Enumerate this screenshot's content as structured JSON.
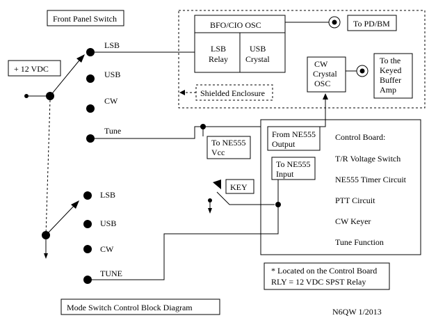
{
  "labels": {
    "front_panel_switch": "Front Panel Switch",
    "plus_12vdc": "+ 12 VDC",
    "bfo_cio_osc": "BFO/CIO OSC",
    "lsb_relay_1": "LSB",
    "lsb_relay_2": "Relay",
    "usb_crystal_1": "USB",
    "usb_crystal_2": "Crystal",
    "to_pd_bm": "To PD/BM",
    "cw_osc_1": "CW",
    "cw_osc_2": "Crystal",
    "cw_osc_3": "OSC",
    "keyed_amp_1": "To the",
    "keyed_amp_2": "Keyed",
    "keyed_amp_3": "Buffer",
    "keyed_amp_4": "Amp",
    "shielded_enclosure": "Shielded Enclosure",
    "to_ne555_vcc_1": "To NE555",
    "to_ne555_vcc_2": "Vcc",
    "from_ne555_1": "From NE555",
    "from_ne555_2": "Output",
    "to_ne555_input_1": "To NE555",
    "to_ne555_input_2": "Input",
    "key": "KEY",
    "note_1": "* Located on the Control Board",
    "note_2": "RLY = 12 VDC SPST Relay",
    "caption": "Mode Switch Control Block Diagram",
    "signature": "N6QW 1/2013"
  },
  "switch_top": [
    "LSB",
    "USB",
    "CW",
    "Tune"
  ],
  "switch_bottom": [
    "LSB",
    "USB",
    "CW",
    "TUNE"
  ],
  "control_board": [
    "Control Board:",
    "T/R Voltage Switch",
    "NE555 Timer Circuit",
    "PTT Circuit",
    "CW Keyer",
    "Tune Function"
  ]
}
